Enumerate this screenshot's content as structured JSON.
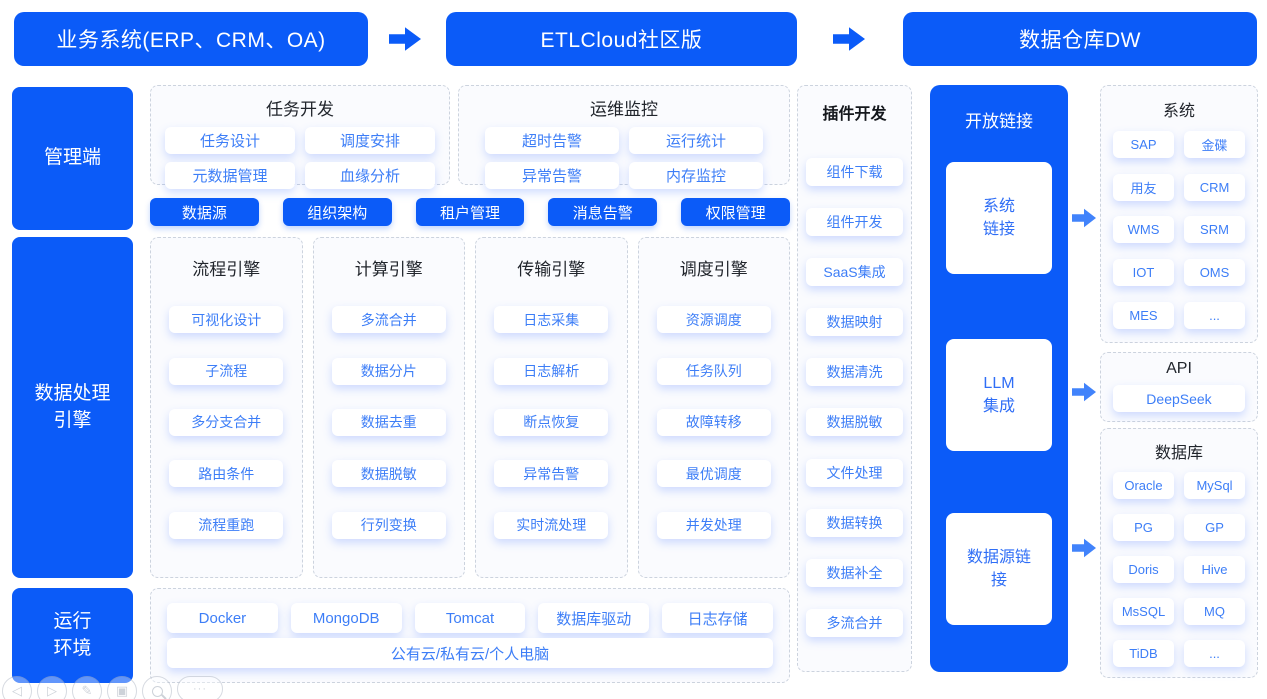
{
  "colors": {
    "primary": "#0b5bf8",
    "chip_text": "#3d7ef7",
    "small_arrow": "#4183fb"
  },
  "top_banners": {
    "source": "业务系统(ERP、CRM、OA)",
    "etl": "ETLCloud社区版",
    "dw": "数据仓库DW"
  },
  "left_rail": {
    "admin": "管理端",
    "engine": "数据处理\n引擎",
    "runtime": "运行\n环境"
  },
  "task_dev": {
    "title": "任务开发",
    "items": [
      "任务设计",
      "调度安排",
      "元数据管理",
      "血缘分析"
    ]
  },
  "ops_monitor": {
    "title": "运维监控",
    "items": [
      "超时告警",
      "运行统计",
      "异常告警",
      "内存监控"
    ]
  },
  "admin_buttons": [
    "数据源",
    "组织架构",
    "租户管理",
    "消息告警",
    "权限管理"
  ],
  "engines": [
    {
      "title": "流程引擎",
      "items": [
        "可视化设计",
        "子流程",
        "多分支合并",
        "路由条件",
        "流程重跑"
      ]
    },
    {
      "title": "计算引擎",
      "items": [
        "多流合并",
        "数据分片",
        "数据去重",
        "数据脱敏",
        "行列变换"
      ]
    },
    {
      "title": "传输引擎",
      "items": [
        "日志采集",
        "日志解析",
        "断点恢复",
        "异常告警",
        "实时流处理"
      ]
    },
    {
      "title": "调度引擎",
      "items": [
        "资源调度",
        "任务队列",
        "故障转移",
        "最优调度",
        "并发处理"
      ]
    }
  ],
  "runtime_env": {
    "items": [
      "Docker",
      "MongoDB",
      "Tomcat",
      "数据库驱动",
      "日志存储"
    ],
    "wide_item": [
      "公有云/私有云/个人电脑"
    ]
  },
  "plugin_dev": {
    "title": "插件开发",
    "items": [
      "组件下载",
      "组件开发",
      "SaaS集成",
      "数据映射",
      "数据清洗",
      "数据脱敏",
      "文件处理",
      "数据转换",
      "数据补全",
      "多流合并"
    ]
  },
  "open_link": {
    "title": "开放链接",
    "system_link": "系统\n链接",
    "llm_link": "LLM\n集成",
    "datasource_link": "数据源链\n接"
  },
  "targets": {
    "system": {
      "title": "系统",
      "items": [
        "SAP",
        "金碟",
        "用友",
        "CRM",
        "WMS",
        "SRM",
        "IOT",
        "OMS",
        "MES",
        "..."
      ]
    },
    "api": {
      "title": "API",
      "items": [
        "DeepSeek"
      ]
    },
    "database": {
      "title": "数据库",
      "items": [
        "Oracle",
        "MySql",
        "PG",
        "GP",
        "Doris",
        "Hive",
        "MsSQL",
        "MQ",
        "TiDB",
        "..."
      ]
    }
  },
  "viewer_toolbar": {
    "prev_glyph": "◁",
    "next_glyph": "▷",
    "edit_glyph": "✎",
    "capture_glyph": "▣",
    "more_glyph": "···"
  }
}
